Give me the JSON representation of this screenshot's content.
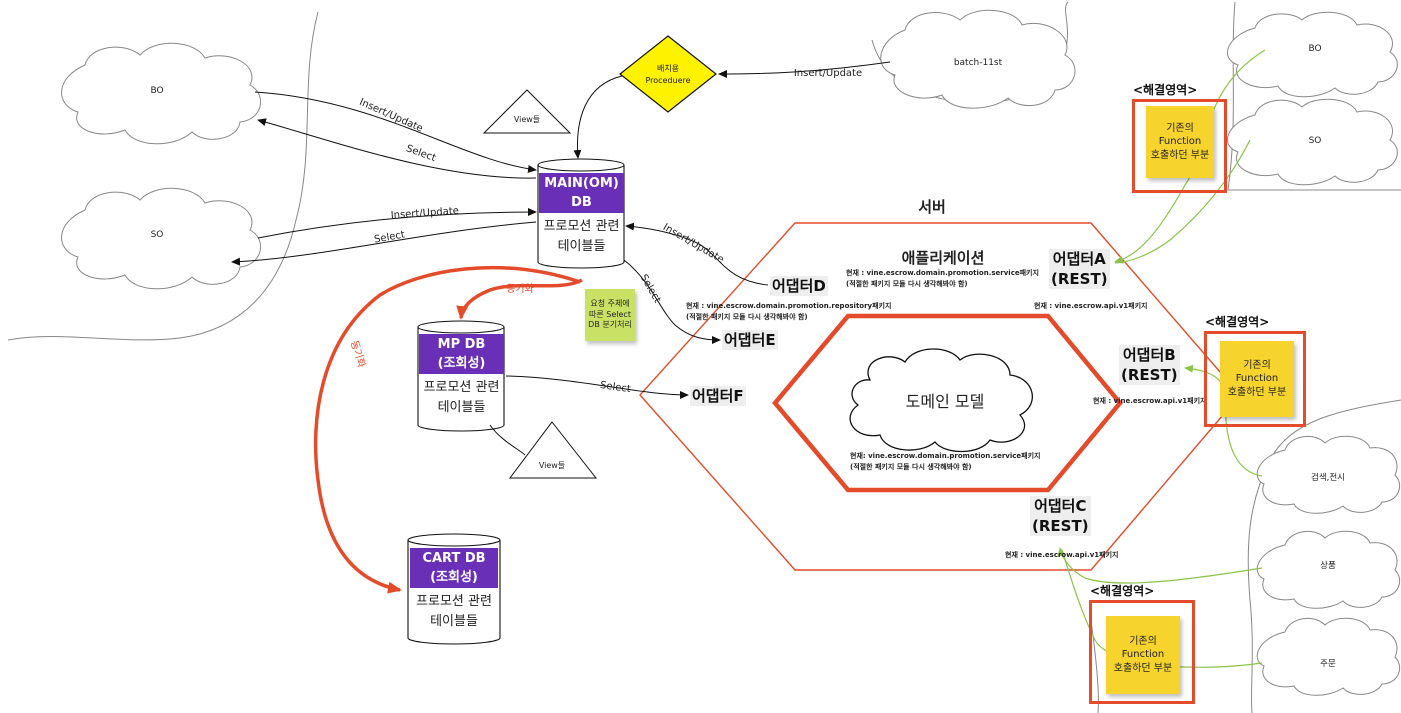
{
  "clouds": {
    "bo_left": "BO",
    "so_left": "SO",
    "batch": "batch-11st",
    "bo_right": "BO",
    "so_right": "SO",
    "search": "검색,전시",
    "product": "상품",
    "order": "주문"
  },
  "diamond": {
    "line1": "배치용",
    "line2": "Proceduere"
  },
  "views": {
    "top": "View들",
    "bottom": "View들"
  },
  "databases": {
    "main": {
      "head1": "MAIN(OM)",
      "head2": "DB",
      "body1": "프로모션 관련",
      "body2": "테이블들"
    },
    "mp": {
      "head1": "MP DB",
      "head2": "(조회성)",
      "body1": "프로모션 관련",
      "body2": "테이블들"
    },
    "cart": {
      "head1": "CART DB",
      "head2": "(조회성)",
      "body1": "프로모션 관련",
      "body2": "테이블들"
    }
  },
  "edges": {
    "batch_insert": "Insert/Update",
    "bo_insert": "Insert/Update",
    "bo_select": "Select",
    "so_insert": "Insert/Update",
    "so_select": "Select",
    "adapterD_insert": "Insert/Update",
    "main_select": "Select",
    "mp_select": "Select",
    "sync1": "동기화",
    "sync2": "동기화"
  },
  "green_note": {
    "line1": "요청 주체에",
    "line2": "따른 Select",
    "line3": "DB 분기처리"
  },
  "server": {
    "title": "서버",
    "application": "애플리케이션",
    "domain_model": "도메인 모델"
  },
  "adapters": {
    "a1": "어댑터A",
    "a2": "(REST)",
    "b1": "어댑터B",
    "b2": "(REST)",
    "c1": "어댑터C",
    "c2": "(REST)",
    "d": "어댑터D",
    "e": "어댑터E",
    "f": "어댑터F"
  },
  "notes": {
    "app_service_1": "현재 : vine.escrow.domain.promotion.service패키지",
    "app_service_2": "(적절한 패키지 모듈 다시 생각해봐야 함)",
    "repo_1": "현재 : vine.escrow.domain.promotion.repository패키지",
    "repo_2": "(적절한 패키지 모듈 다시 생각해봐야 함)",
    "adapterA": "현재 : vine.escrow.api.v1패키지",
    "adapterB": "현재 : vine.escrow.api.v1패키지",
    "adapterC": "현재 : vine.escrow.api.v1패키지",
    "domain_1": "현재: vine.escrow.domain.promotion.service패키지",
    "domain_2": "(적절한 패키지 모듈 다시 생각해봐야 함)"
  },
  "solution": {
    "tag1": "<해결영역>",
    "tag2": "<해결영역>",
    "tag3": "<해결영역>",
    "sticky1": [
      "기존의",
      "Function",
      "호출하던 부분"
    ],
    "sticky2": [
      "기존의",
      "Function",
      "호출하던 부분"
    ],
    "sticky3": [
      "기존의",
      "Function",
      "호출하던 부분"
    ]
  },
  "colors": {
    "db_header": "#6a2fb7",
    "sync_arrow": "#e34b2a",
    "hexagon": "#e34b2a",
    "sticky": "#f6d32d",
    "green_arrow": "#8bc34a",
    "diamond": "#fff200"
  }
}
